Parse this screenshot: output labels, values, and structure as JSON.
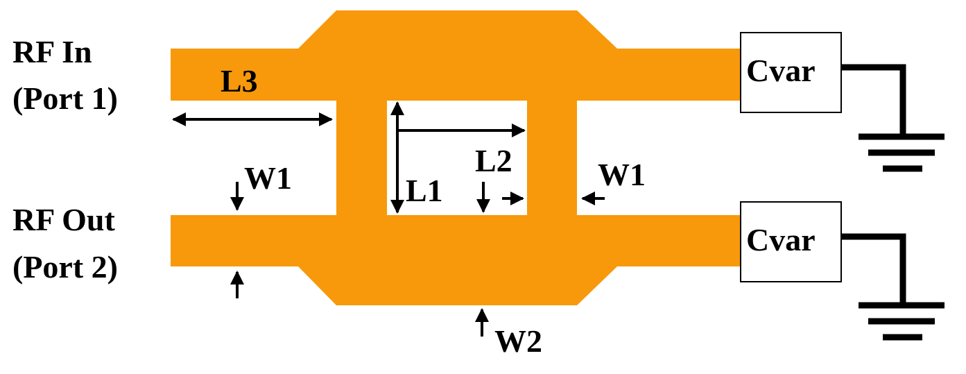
{
  "ports": {
    "input_line1": "RF In",
    "input_line2": "(Port 1)",
    "output_line1": "RF Out",
    "output_line2": "(Port 2)"
  },
  "dimensions": {
    "l1": "L1",
    "l2": "L2",
    "l3": "L3",
    "w1_left": "W1",
    "w1_right": "W1",
    "w2": "W2"
  },
  "components": {
    "cap_top": "Cvar",
    "cap_bottom": "Cvar"
  },
  "colors": {
    "conductor": "#F7990A",
    "ink": "#000000",
    "background": "#FFFFFF"
  }
}
